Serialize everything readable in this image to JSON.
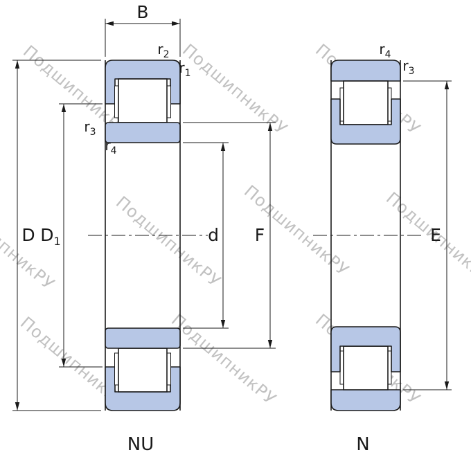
{
  "diagram": {
    "watermark_text": "ПодшипникРУ",
    "colors": {
      "ring_fill": "#b7c7e6",
      "line": "#1a1a1a",
      "watermark": "#8f8f8f",
      "background": "#ffffff"
    },
    "left": {
      "type_label": "NU",
      "dims": {
        "B": "B",
        "D": "D",
        "D1": {
          "base": "D",
          "sub": "1"
        },
        "d": "d",
        "F": "F",
        "r1": {
          "base": "r",
          "sub": "1"
        },
        "r2": {
          "base": "r",
          "sub": "2"
        },
        "r3": {
          "base": "r",
          "sub": "3"
        },
        "r4": {
          "base": "r",
          "sub": "4"
        }
      }
    },
    "right": {
      "type_label": "N",
      "dims": {
        "E": "E",
        "r3": {
          "base": "r",
          "sub": "3"
        },
        "r4": {
          "base": "r",
          "sub": "4"
        }
      }
    }
  }
}
